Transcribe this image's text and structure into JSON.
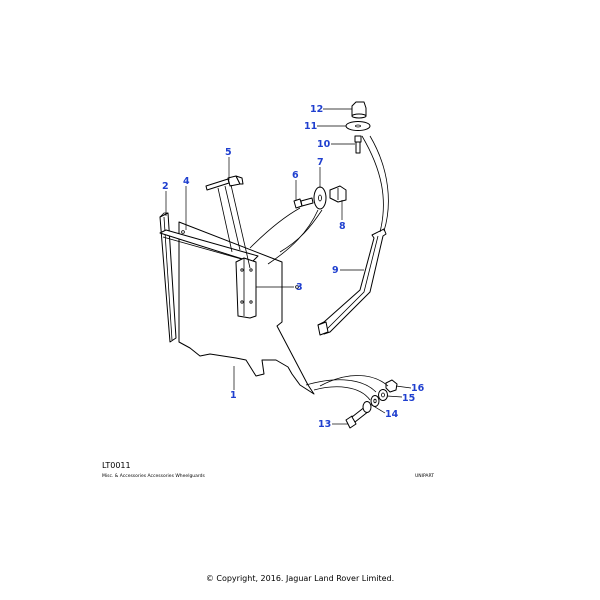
{
  "diagram": {
    "callouts": [
      {
        "id": "1",
        "label": "1"
      },
      {
        "id": "2",
        "label": "2"
      },
      {
        "id": "3",
        "label": "3"
      },
      {
        "id": "4",
        "label": "4"
      },
      {
        "id": "5",
        "label": "5"
      },
      {
        "id": "6",
        "label": "6"
      },
      {
        "id": "7",
        "label": "7"
      },
      {
        "id": "8",
        "label": "8"
      },
      {
        "id": "9",
        "label": "9"
      },
      {
        "id": "10",
        "label": "10"
      },
      {
        "id": "11",
        "label": "11"
      },
      {
        "id": "12",
        "label": "12"
      },
      {
        "id": "13",
        "label": "13"
      },
      {
        "id": "14",
        "label": "14"
      },
      {
        "id": "15",
        "label": "15"
      },
      {
        "id": "16",
        "label": "16"
      }
    ],
    "callout_color": "#1f3fcf"
  },
  "footer": {
    "diagram_code": "LT0011",
    "description": "Misc. & Accessories Accessories Wheelguards",
    "brand": "UNIPART",
    "copyright": "© Copyright, 2016. Jaguar Land Rover Limited."
  }
}
